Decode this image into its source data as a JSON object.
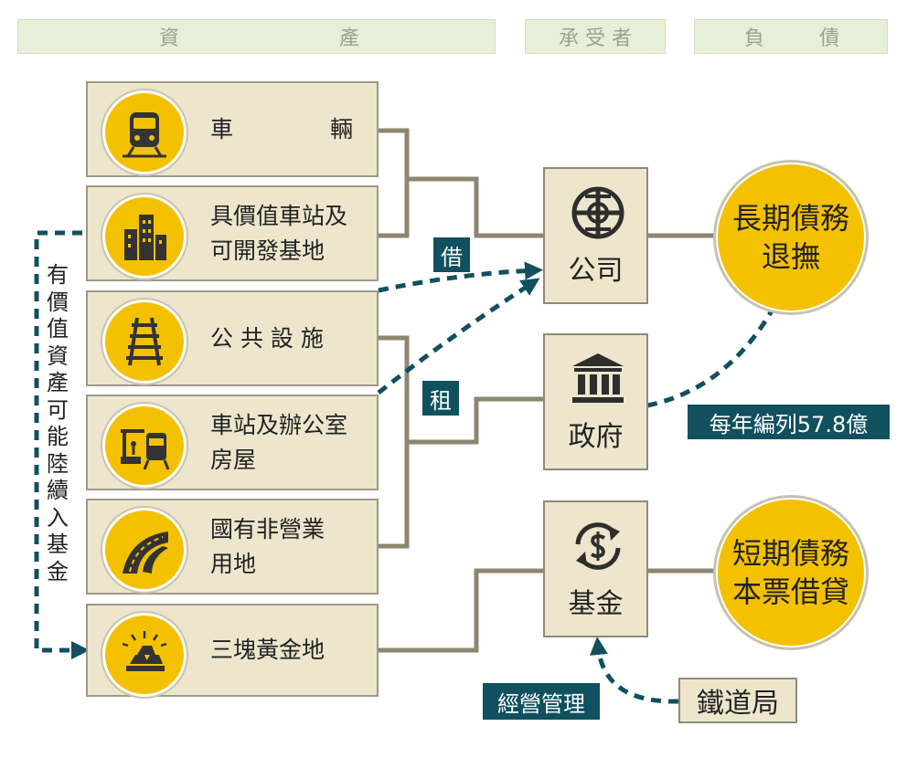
{
  "headers": {
    "assets": [
      "資",
      "產"
    ],
    "recipient": "承 受 者",
    "liabilities": [
      "負",
      "債"
    ]
  },
  "assets": [
    {
      "label": [
        "車",
        "輛"
      ],
      "icon": "train-icon"
    },
    {
      "label": "具價值車站及\n可開發基地",
      "icon": "buildings-icon"
    },
    {
      "label": "公 共 設 施",
      "icon": "railway-track-icon"
    },
    {
      "label": "車站及辦公室\n房屋",
      "icon": "station-platform-icon"
    },
    {
      "label": "國有非營業\n用地",
      "icon": "road-icon"
    },
    {
      "label": "三塊黃金地",
      "icon": "gold-bars-icon"
    }
  ],
  "recipients": {
    "company": {
      "label": "公司",
      "icon": "railway-logo-icon"
    },
    "government": {
      "label": "政府",
      "icon": "government-building-icon"
    },
    "fund": {
      "label": "基金",
      "icon": "dollar-exchange-icon"
    }
  },
  "liabilities": {
    "long_term": "長期債務\n退撫",
    "short_term": "短期債務\n本票借貸"
  },
  "tags": {
    "borrow": "借",
    "lease": "租",
    "annual_budget": "每年編列57.8億",
    "management": "經營管理"
  },
  "vertical_note": "有價值資產可能陸續入基金",
  "railway_bureau": "鐵道局",
  "colors": {
    "header_bg": "#e6efd7",
    "box_bg": "#ede6cc",
    "circle_yellow": "#f3c100",
    "connector": "#8d8770",
    "teal": "#11505e"
  }
}
